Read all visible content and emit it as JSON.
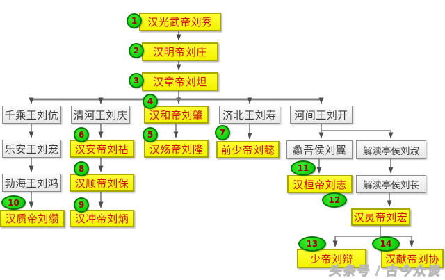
{
  "meta": {
    "description": "Eastern Han dynasty emperors family tree flowchart",
    "watermark_text": "头条号 / 古今众谈"
  },
  "colors": {
    "emperor_box_fill": "#ffff00",
    "emperor_box_border": "#a8a800",
    "emperor_text": "#d01010",
    "prince_box_fill": "#efefef",
    "prince_box_border": "#8c8c8c",
    "prince_text": "#3c3c3c",
    "badge_fill": "#00d400",
    "badge_border": "#067806",
    "badge_number": "#a00000",
    "connector": "#7f7f7f"
  },
  "nodes": [
    {
      "id": "guangwu",
      "label": "汉光武帝刘秀",
      "type": "emperor"
    },
    {
      "id": "mingdi",
      "label": "汉明帝刘庄",
      "type": "emperor"
    },
    {
      "id": "zhangdi",
      "label": "汉章帝刘炟",
      "type": "emperor"
    },
    {
      "id": "qiancheng",
      "label": "千乘王刘伉",
      "type": "prince"
    },
    {
      "id": "qinghe",
      "label": "清河王刘庆",
      "type": "prince"
    },
    {
      "id": "hedi",
      "label": "汉和帝刘肇",
      "type": "emperor"
    },
    {
      "id": "jibei",
      "label": "济北王刘寿",
      "type": "prince"
    },
    {
      "id": "hejian",
      "label": "河间王刘开",
      "type": "prince"
    },
    {
      "id": "lean",
      "label": "乐安王刘宠",
      "type": "prince"
    },
    {
      "id": "andi",
      "label": "汉安帝刘祜",
      "type": "emperor"
    },
    {
      "id": "shangdi",
      "label": "汉殇帝刘隆",
      "type": "emperor"
    },
    {
      "id": "qianshaodi",
      "label": "前少帝刘懿",
      "type": "emperor"
    },
    {
      "id": "liwu",
      "label": "蠡吾侯刘翼",
      "type": "prince"
    },
    {
      "id": "jiedu-shu",
      "label": "解渎亭侯刘淑",
      "type": "prince"
    },
    {
      "id": "bohai",
      "label": "勃海王刘鸿",
      "type": "prince"
    },
    {
      "id": "shundi",
      "label": "汉顺帝刘保",
      "type": "emperor"
    },
    {
      "id": "huandi",
      "label": "汉桓帝刘志",
      "type": "emperor"
    },
    {
      "id": "jiedu-chang",
      "label": "解渎亭侯刘苌",
      "type": "prince"
    },
    {
      "id": "zhidi",
      "label": "汉质帝刘缵",
      "type": "emperor"
    },
    {
      "id": "chongdi",
      "label": "汉冲帝刘炳",
      "type": "emperor"
    },
    {
      "id": "lingdi",
      "label": "汉灵帝刘宏",
      "type": "emperor"
    },
    {
      "id": "shaodi",
      "label": "少帝刘辩",
      "type": "emperor"
    },
    {
      "id": "xiandi",
      "label": "汉献帝刘协",
      "type": "emperor"
    }
  ],
  "badges": [
    {
      "num": "1"
    },
    {
      "num": "2"
    },
    {
      "num": "3"
    },
    {
      "num": "4"
    },
    {
      "num": "5"
    },
    {
      "num": "6"
    },
    {
      "num": "7"
    },
    {
      "num": "8"
    },
    {
      "num": "9"
    },
    {
      "num": "10"
    },
    {
      "num": "11"
    },
    {
      "num": "12"
    },
    {
      "num": "13"
    },
    {
      "num": "14"
    }
  ]
}
